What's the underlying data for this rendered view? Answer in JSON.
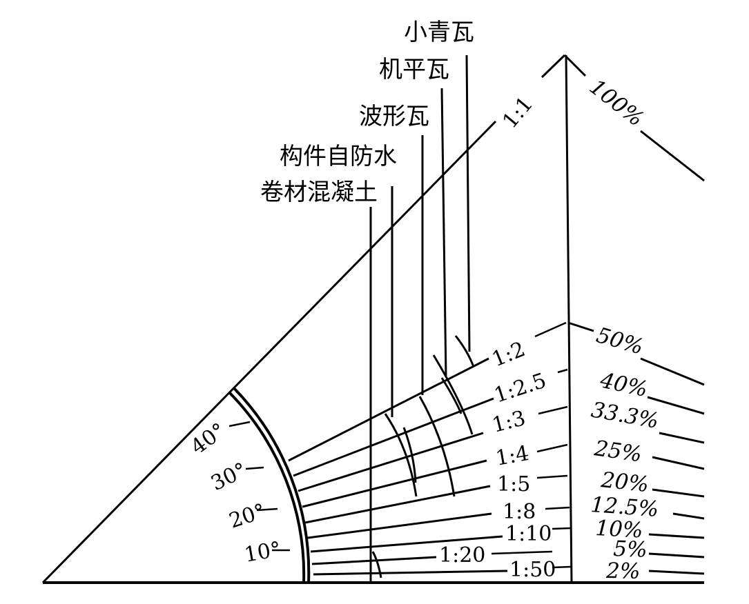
{
  "materials": [
    {
      "key": "xiaoqingwa",
      "label": "小青瓦"
    },
    {
      "key": "jipingwa",
      "label": "机平瓦"
    },
    {
      "key": "boxingwa",
      "label": "波形瓦"
    },
    {
      "key": "goujianzifangshui",
      "label": "构件自防水"
    },
    {
      "key": "juancai",
      "label": "卷材混凝土"
    }
  ],
  "slopes": [
    {
      "ratio": "1:1",
      "percent": "100%"
    },
    {
      "ratio": "1:2",
      "percent": "50%"
    },
    {
      "ratio": "1:2.5",
      "percent": "40%"
    },
    {
      "ratio": "1:3",
      "percent": "33.3%"
    },
    {
      "ratio": "1:4",
      "percent": "25%"
    },
    {
      "ratio": "1:5",
      "percent": "20%"
    },
    {
      "ratio": "1:8",
      "percent": "12.5%"
    },
    {
      "ratio": "1:10",
      "percent": "10%"
    },
    {
      "ratio": "1:20",
      "percent": "5%"
    },
    {
      "ratio": "1:50",
      "percent": "2%"
    }
  ],
  "angles": [
    "40°",
    "30°",
    "20°",
    "10°"
  ],
  "colors": {
    "ink": "#000000",
    "paper": "#ffffff"
  }
}
